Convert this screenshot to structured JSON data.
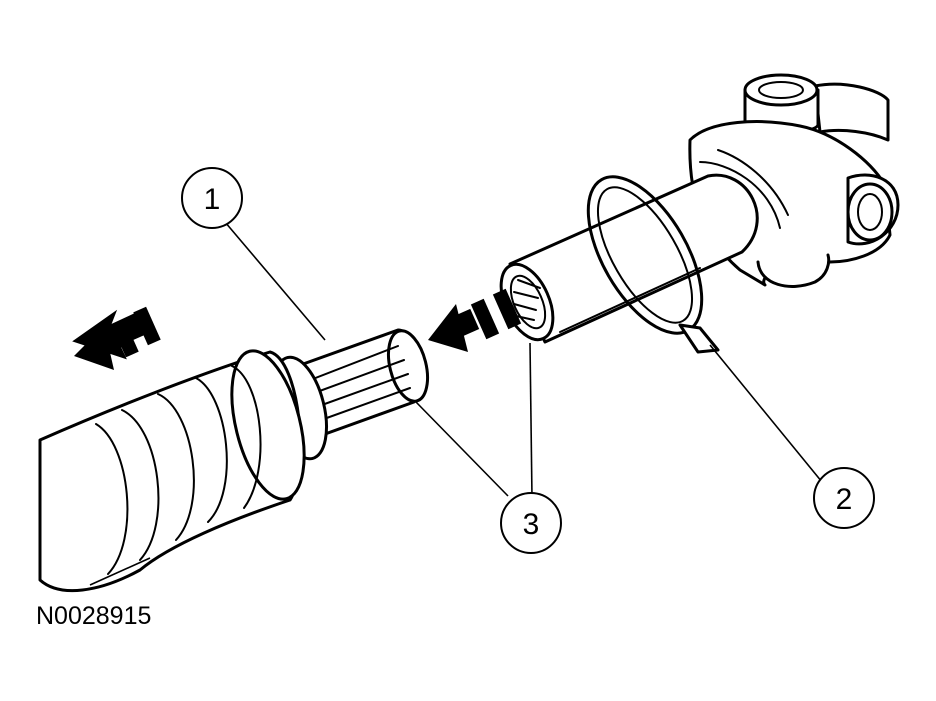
{
  "figure": {
    "id_label": "N0028915"
  },
  "callouts": [
    {
      "number": "1"
    },
    {
      "number": "2"
    },
    {
      "number": "3"
    }
  ],
  "colors": {
    "line": "#000000",
    "background": "#ffffff"
  }
}
